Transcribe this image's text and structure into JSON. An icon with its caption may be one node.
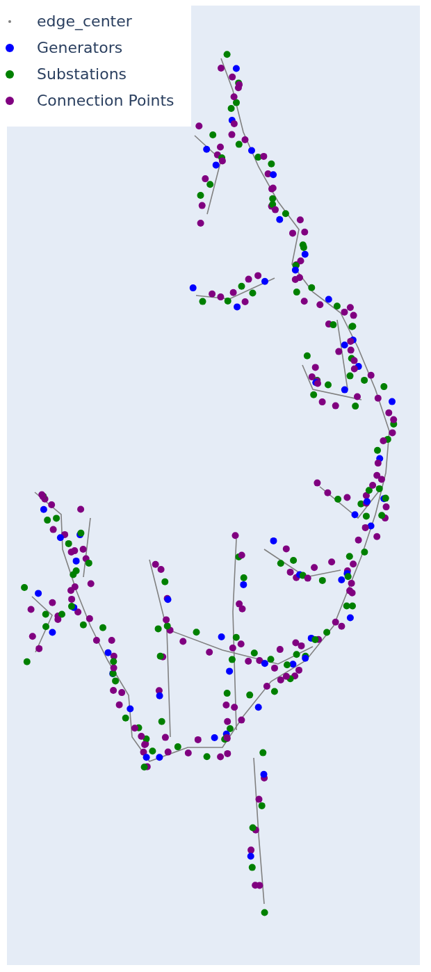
{
  "diagram": {
    "legend": [
      {
        "text": "edge_center",
        "color": "#808080"
      },
      {
        "text": "Generators",
        "color": "#0000ff"
      },
      {
        "text": "Substations",
        "color": "#008000"
      },
      {
        "text": "Connection Points",
        "color": "#800080"
      }
    ]
  }
}
